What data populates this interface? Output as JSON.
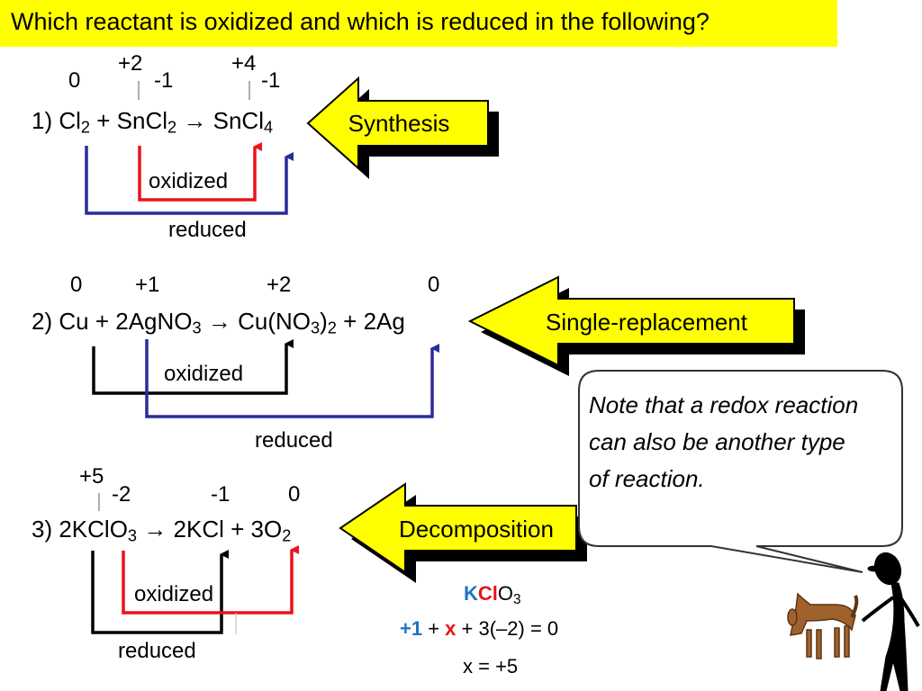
{
  "title": "Which reactant is oxidized and which is reduced in the following?",
  "reaction1": {
    "num": "1) ",
    "sp1": "Cl",
    "sub1": "2",
    "plus": " + ",
    "sp2": "SnCl",
    "sub2": "2",
    "arrow": "→",
    "sp3": "SnCl",
    "sub3": "4",
    "ox_cl": "0",
    "ox_sn_left": "+2",
    "ox_cl_left": "-1",
    "ox_sn_right": "+4",
    "ox_cl_right": "-1",
    "oxidized": "oxidized",
    "reduced": "reduced",
    "type": "Synthesis"
  },
  "reaction2": {
    "num": "2) ",
    "sp1": "Cu",
    "plus": " + ",
    "sp2": "2AgNO",
    "sub2": "3",
    "arrow": "→",
    "sp3": "Cu(NO",
    "sub3": "3",
    "sp3b": ")",
    "sub3b": "2",
    "plus2": " + ",
    "sp4": "2Ag",
    "ox_cu": "0",
    "ox_ag": "+1",
    "ox_cu2": "+2",
    "ox_ag0": "0",
    "oxidized": "oxidized",
    "reduced": "reduced",
    "type": "Single-replacement"
  },
  "reaction3": {
    "num": "3) ",
    "sp1": "2KClO",
    "sub1": "3",
    "arrow": "→",
    "sp2": "2KCl",
    "plus": " + ",
    "sp3": "3O",
    "sub3": "2",
    "ox_cl5": "+5",
    "ox_o": "-2",
    "ox_cl": "-1",
    "ox_o0": "0",
    "oxidized": "oxidized",
    "reduced": "reduced",
    "type": "Decomposition"
  },
  "note": "Note that a redox reaction can also be another type of reaction.",
  "calc": {
    "k": "K",
    "cl": "Cl",
    "o": "O",
    "o_sub": "3",
    "eq_plus1": "+1",
    "eq_a": " + ",
    "eq_x": "x",
    "eq_b": " + 3(–2) = 0",
    "result": "x = +5"
  },
  "colors": {
    "title_bg": "#ffff00",
    "arrow_fill": "#ffff00",
    "red": "#e8141b",
    "blue": "#2b2b9c",
    "k_blue": "#1f74c4",
    "dog": "#a0622d"
  }
}
